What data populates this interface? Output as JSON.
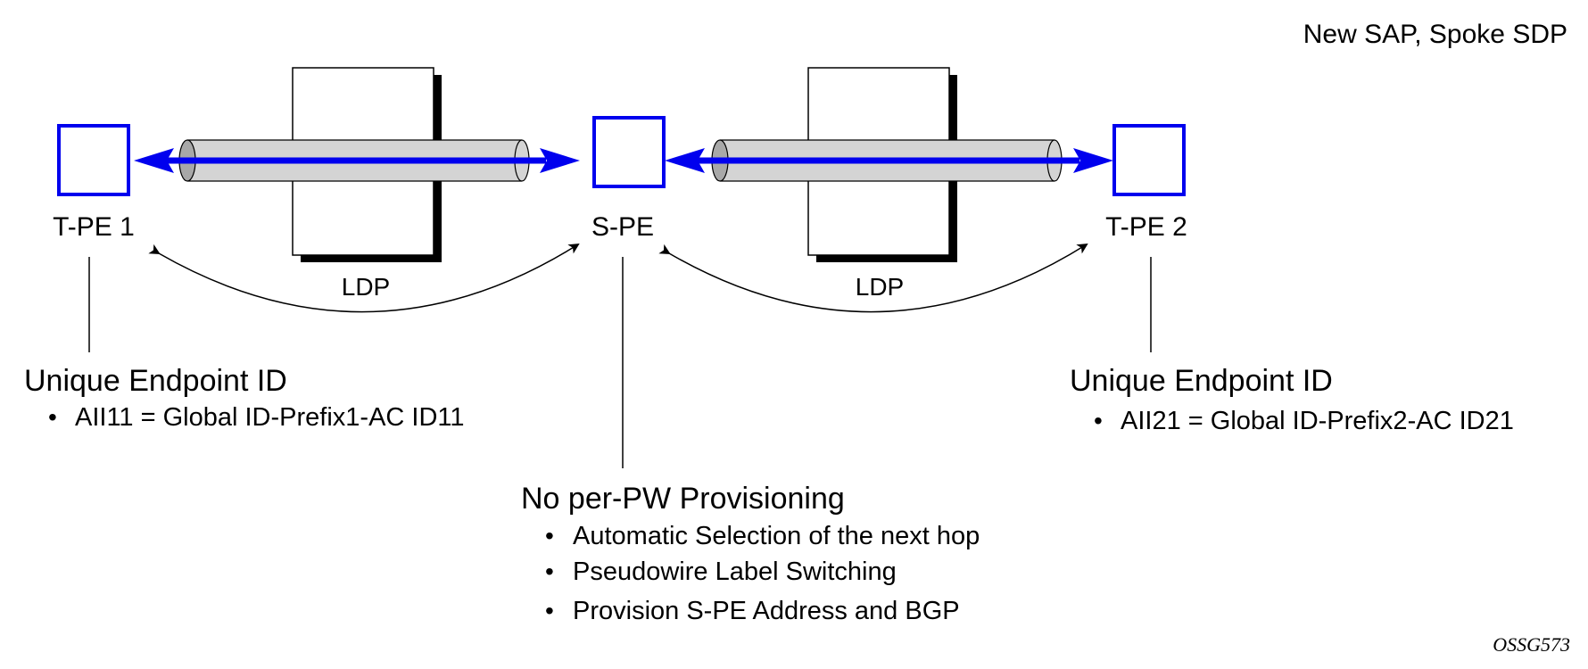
{
  "header": {
    "note": "New SAP, Spoke SDP"
  },
  "nodes": {
    "tpe1": "T-PE 1",
    "spe": "S-PE",
    "tpe2": "T-PE 2"
  },
  "links": {
    "left_protocol": "LDP",
    "right_protocol": "LDP"
  },
  "left_info": {
    "title": "Unique Endpoint ID",
    "bullet": "•",
    "item": "AII11 = Global ID-Prefix1-AC ID11"
  },
  "right_info": {
    "title": "Unique Endpoint ID",
    "bullet": "•",
    "item": "AII21 = Global ID-Prefix2-AC ID21"
  },
  "center_info": {
    "title": "No per-PW Provisioning",
    "bullet": "•",
    "items": [
      "Automatic Selection of the next hop",
      "Pseudowire Label Switching",
      "Provision S-PE Address and BGP"
    ]
  },
  "figure_id": "OSSG573",
  "colors": {
    "node_border": "#0000ee",
    "arrow": "#0000ee",
    "tunnel_fill": "#d4d4d4",
    "tunnel_end": "#a8a8a8",
    "shadow": "#000000"
  }
}
